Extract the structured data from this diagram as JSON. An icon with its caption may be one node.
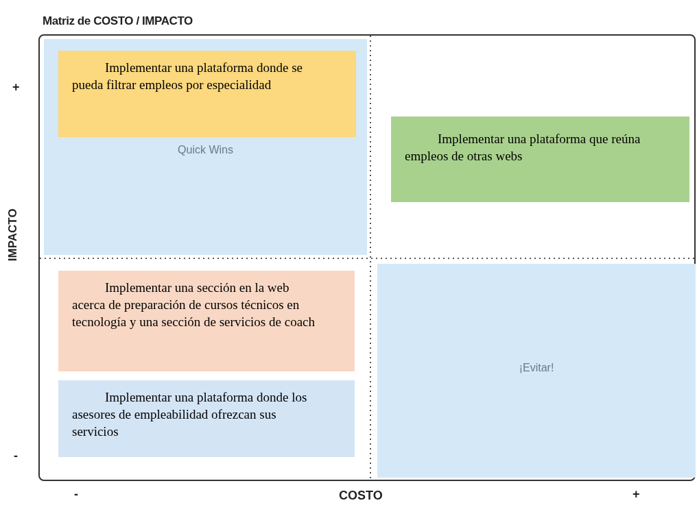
{
  "diagram": {
    "title": "Matriz de COSTO / IMPACTO",
    "nodes": [
      {
        "text": [],
        "shape": "box"
      },
      {
        "text": [
          "Quick Wins"
        ],
        "in": 0
      },
      {
        "text": [
          "Implementar una plataforma donde se pueda filtrar empleos por especialidad"
        ],
        "in": 1
      },
      {
        "text": [
          "Implementar una plataforma que reúna empleos de otras webs"
        ],
        "in": 0
      },
      {
        "text": [
          "Implementar una sección en la web acerca de preparación de cursos técnicos en tecnología y una sección de servicios de coach"
        ],
        "in": 0
      },
      {
        "text": [
          "Implementar una plataforma donde los asesores de empleabilidad ofrezcan sus servicios"
        ],
        "in": 0
      },
      {
        "text": [
          "¡Evitar!"
        ],
        "in": 0
      }
    ],
    "edges": [],
    "labels": [
      "+",
      "IMPACTO",
      "-",
      "-",
      "COSTO",
      "+"
    ]
  }
}
